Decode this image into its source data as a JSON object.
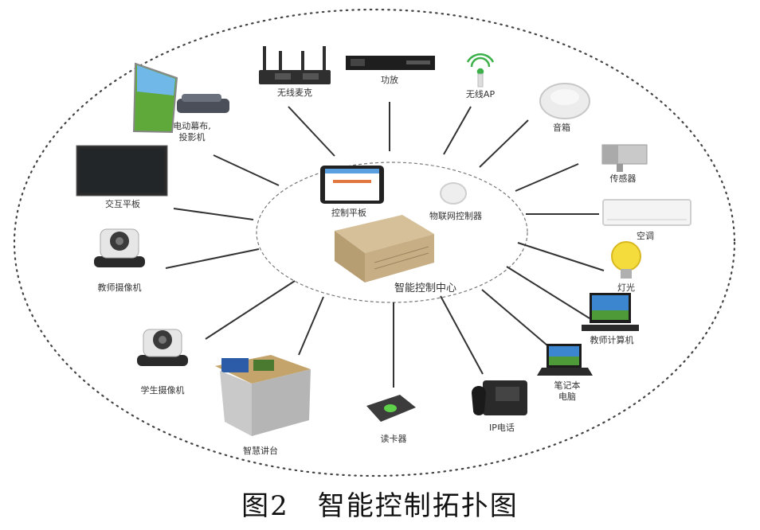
{
  "diagram": {
    "hub": {
      "center_label": "智能控制中心",
      "tablet_label": "控制平板",
      "iot_label": "物联网控制器"
    },
    "devices": {
      "screen_projector": "电动幕布,\n投影机",
      "wireless_mic": "无线麦克",
      "amplifier": "功放",
      "wireless_ap": "无线AP",
      "speaker": "音箱",
      "sensor": "传感器",
      "air_conditioner": "空调",
      "light": "灯光",
      "teacher_computer": "教师计算机",
      "laptop": "笔记本\n电脑",
      "ip_phone": "IP电话",
      "card_reader": "读卡器",
      "smart_podium": "智慧讲台",
      "student_camera": "学生摄像机",
      "teacher_camera": "教师摄像机",
      "interactive_panel": "交互平板"
    }
  },
  "caption": "图2　智能控制拓扑图"
}
